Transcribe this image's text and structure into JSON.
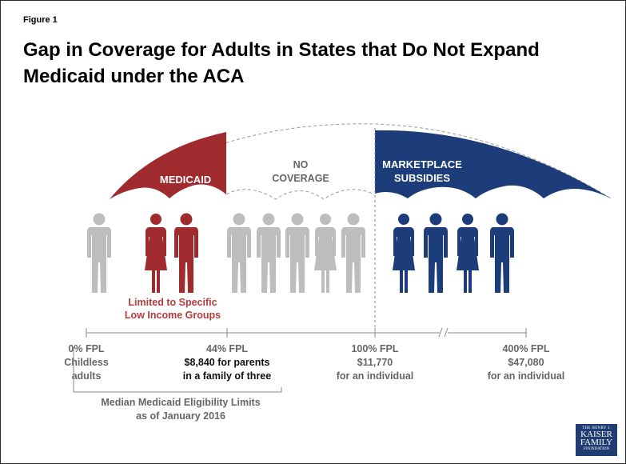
{
  "figure_label": "Figure 1",
  "title": "Gap in Coverage for Adults in States that Do Not Expand Medicaid under the ACA",
  "colors": {
    "medicaid": "#a02b2f",
    "marketplace": "#1d3d7a",
    "gap": "#bdbdbd",
    "text_gray": "#666666"
  },
  "umbrellas": {
    "medicaid": "MEDICAID",
    "no_coverage": [
      "NO",
      "COVERAGE"
    ],
    "marketplace": [
      "MARKETPLACE",
      "SUBSIDIES"
    ]
  },
  "limited_note": [
    "Limited to Specific",
    "Low Income Groups"
  ],
  "fpl_points": [
    {
      "lines": [
        "0% FPL",
        "Childless",
        "adults"
      ]
    },
    {
      "lines": [
        "44% FPL",
        "$8,840 for parents",
        "in a family of three"
      ]
    },
    {
      "lines": [
        "100% FPL",
        "$11,770",
        "for an individual"
      ]
    },
    {
      "lines": [
        "400% FPL",
        "$47,080",
        "for an individual"
      ]
    }
  ],
  "median_note": [
    "Median Medicaid Eligibility Limits",
    "as of January 2016"
  ],
  "logo": {
    "line1": "THE HENRY J.",
    "line2": "KAISER",
    "line3": "FAMILY",
    "line4": "FOUNDATION"
  },
  "icons": {
    "people": "person-silhouette-icon",
    "break": "axis-break-icon"
  }
}
